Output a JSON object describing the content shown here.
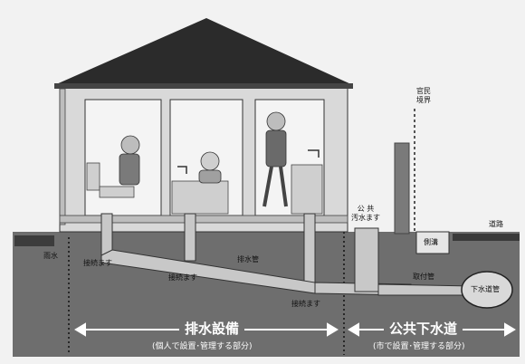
{
  "labels": {
    "rainwater": "雨水",
    "connecting_inlet_1": "接続ます",
    "connecting_inlet_2": "接続ます",
    "connecting_inlet_3": "接続ます",
    "drain_pipe": "排水管",
    "public_sewage_inlet": "公 共\n汚水ます",
    "boundary": "官民\n境界",
    "side_ditch": "側溝",
    "road": "道路",
    "connection_pipe": "取付管",
    "sewer_main": "下水道管"
  },
  "sections": {
    "private": {
      "title": "排水設備",
      "subtitle": "(個人で設置･管理する部分)"
    },
    "public": {
      "title": "公共下水道",
      "subtitle": "(市で設置･管理する部分)"
    }
  },
  "colors": {
    "ground": "#6e6e6e",
    "ground_dark": "#5a5a5a",
    "roof": "#2b2b2b",
    "wall": "#d9d9d9",
    "room": "#f4f4f4",
    "pipe": "#c8c8c8",
    "arrow": "#ffffff"
  }
}
